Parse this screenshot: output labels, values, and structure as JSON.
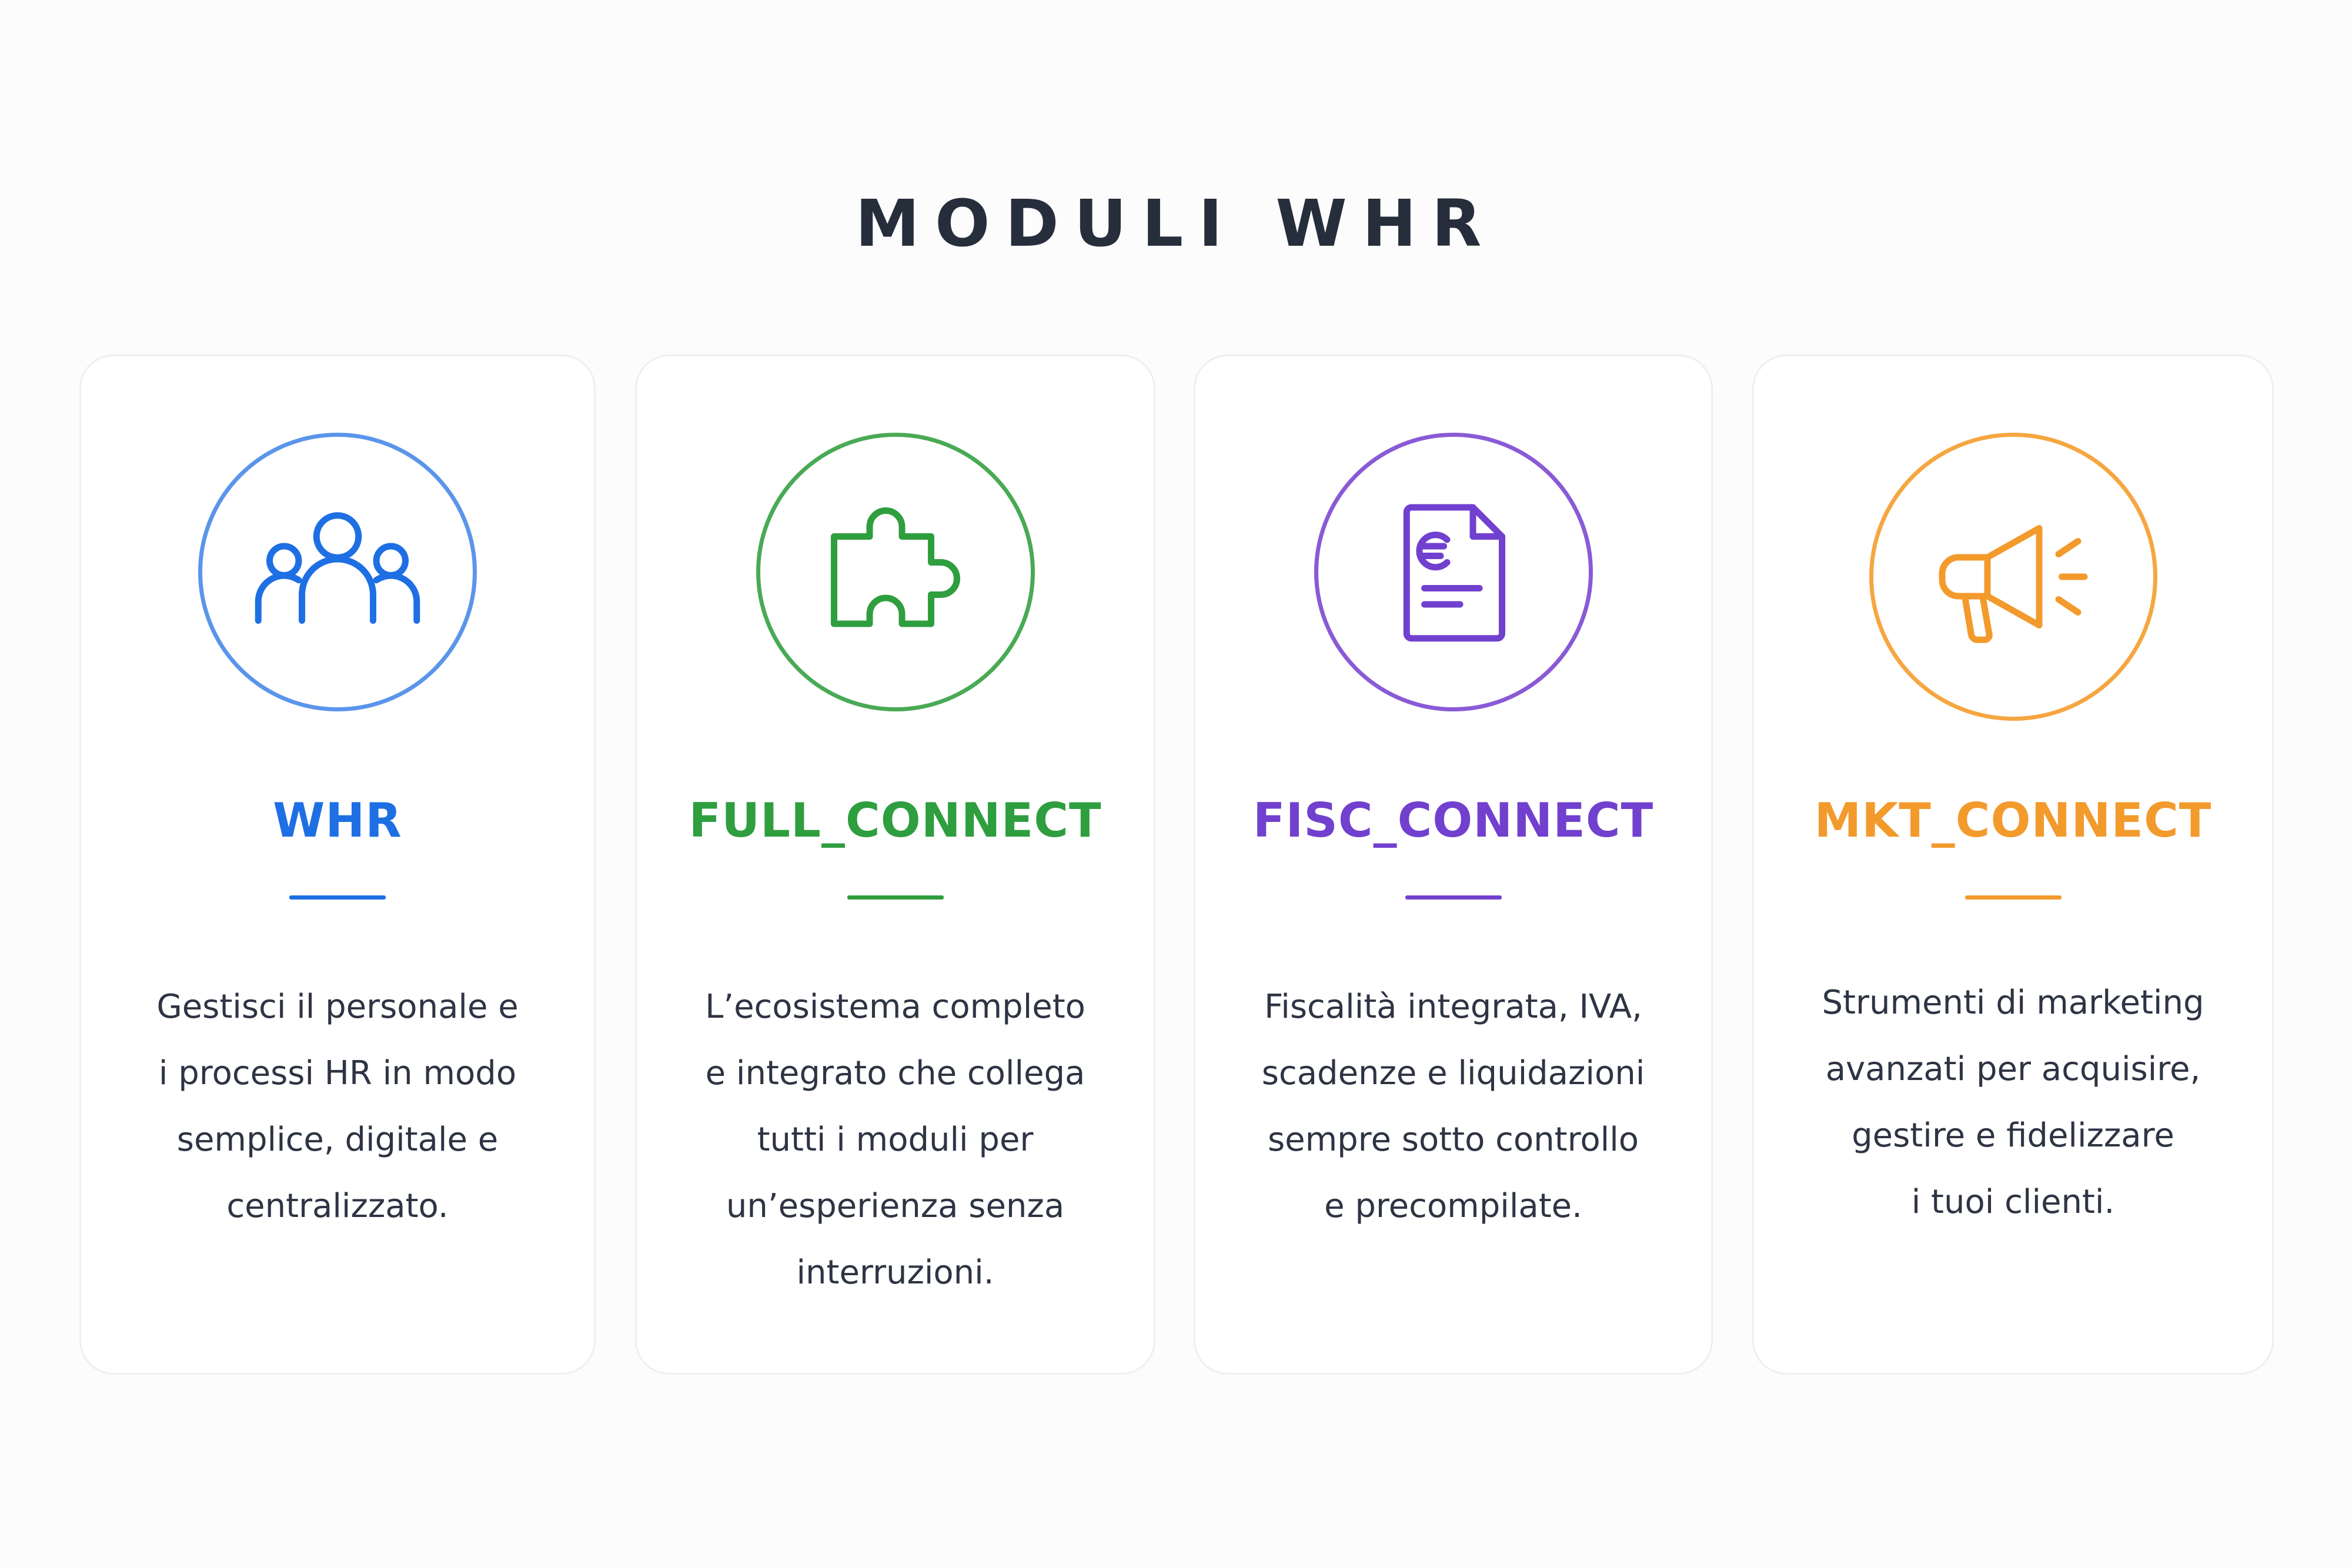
{
  "page": {
    "title": "MODULI WHR"
  },
  "cards": [
    {
      "title": "WHR",
      "icon": "users-group-icon",
      "color": "#1e6fe3",
      "ring_color": "#5b95ea",
      "description_lines": [
        "Gestisci il personale e",
        "i processi HR in modo",
        "semplice, digitale e",
        "centralizzato."
      ]
    },
    {
      "title": "FULL_CONNECT",
      "icon": "puzzle-piece-icon",
      "color": "#2f9e3f",
      "ring_color": "#49aa55",
      "description_lines": [
        "L’ecosistema completo",
        "e integrato che collega",
        "tutti i moduli per",
        "un’esperienza senza",
        "interruzioni."
      ]
    },
    {
      "title": "FISC_CONNECT",
      "icon": "euro-invoice-icon",
      "color": "#7140cf",
      "ring_color": "#8a5ad6",
      "description_lines": [
        "Fiscalità integrata, IVA,",
        "scadenze e liquidazioni",
        "sempre sotto controllo",
        "e precompilate."
      ]
    },
    {
      "title": "MKT_CONNECT",
      "icon": "megaphone-icon",
      "color": "#f39a2c",
      "ring_color": "#f6a641",
      "description_lines": [
        "Strumenti di marketing",
        "avanzati per acquisire,",
        "gestire e fidelizzare",
        "i tuoi clienti."
      ]
    }
  ]
}
